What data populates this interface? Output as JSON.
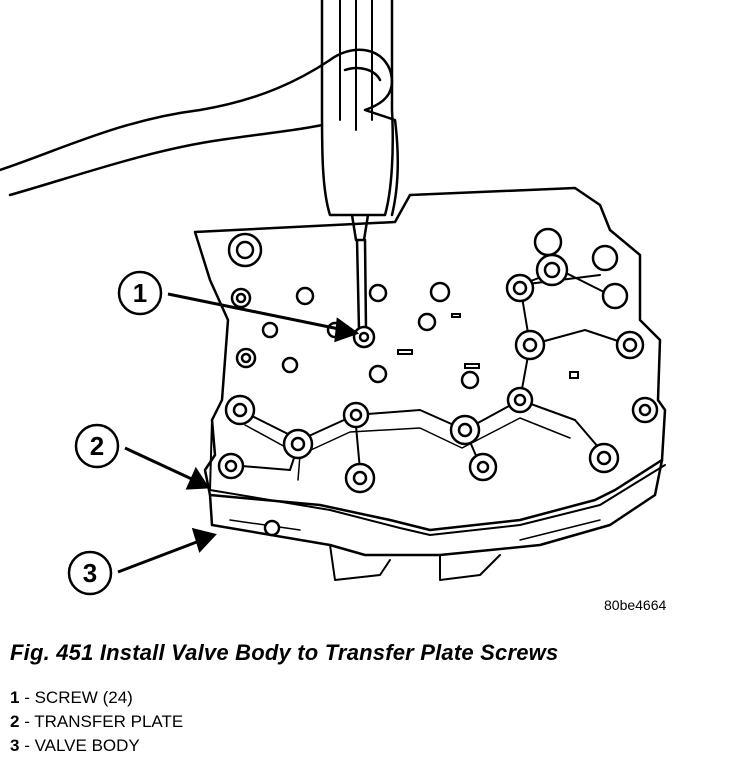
{
  "figure": {
    "ref_code": "80be4664",
    "caption": "Fig. 451 Install Valve Body to Transfer Plate Screws",
    "callouts": [
      "1",
      "2",
      "3"
    ],
    "legend": [
      {
        "num": "1",
        "text": " - SCREW (24)"
      },
      {
        "num": "2",
        "text": " - TRANSFER PLATE"
      },
      {
        "num": "3",
        "text": " - VALVE BODY"
      }
    ]
  },
  "colors": {
    "ink": "#000000",
    "paper": "#ffffff"
  }
}
